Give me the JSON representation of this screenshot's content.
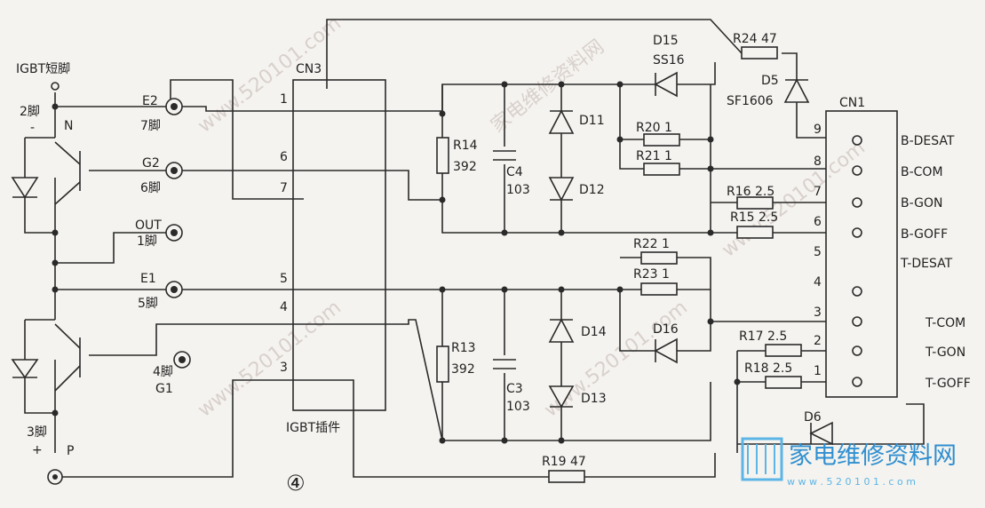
{
  "figure_number": "④",
  "igbt": {
    "short_pin": "IGBT短脚",
    "pin2": "2脚",
    "pin3": "3脚",
    "minus": "-",
    "plus": "+",
    "n_label": "N",
    "p_label": "P"
  },
  "terminals": {
    "e2": "E2",
    "e2_pin": "7脚",
    "g2": "G2",
    "g2_pin": "6脚",
    "out": "OUT",
    "out_pin": "1脚",
    "e1": "E1",
    "e1_pin": "5脚",
    "g1": "G1",
    "g1_pin": "4脚"
  },
  "cn3": {
    "title": "CN3",
    "caption": "IGBT插件",
    "pins": [
      "1",
      "6",
      "7",
      "5",
      "4",
      "3"
    ]
  },
  "cn1": {
    "title": "CN1",
    "pins": [
      "9",
      "8",
      "7",
      "6",
      "5",
      "4",
      "3",
      "2",
      "1"
    ],
    "signals_b": [
      "B-DESAT",
      "B-COM",
      "B-GON",
      "B-GOFF",
      "T-DESAT"
    ],
    "signals_t": [
      "T-COM",
      "T-GON",
      "T-GOFF"
    ]
  },
  "components": {
    "r24": "R24 47",
    "d5": "D5",
    "d5_part": "SF1606",
    "d15": "D15",
    "d15_part": "SS16",
    "d11": "D11",
    "d12": "D12",
    "r14": "R14",
    "r14_val": "392",
    "c4": "C4",
    "c4_val": "103",
    "r20": "R20 1",
    "r21": "R21 1",
    "r16": "R16 2.5",
    "r15": "R15 2.5",
    "r22": "R22 1",
    "r23": "R23 1",
    "d14": "D14",
    "d16": "D16",
    "d13": "D13",
    "r13": "R13",
    "r13_val": "392",
    "c3": "C3",
    "c3_val": "103",
    "r17": "R17 2.5",
    "r18": "R18 2.5",
    "d6": "D6",
    "r19": "R19 47"
  },
  "watermark": {
    "site_cn": "家电维修资料网",
    "url": "www.520101.com",
    "url_small": "w w w . 5 2 0 1 0 1 . c o m"
  },
  "colors": {
    "ink": "#2a2a2a",
    "paper": "#f5f3ef",
    "brand": "#2f8fd0",
    "brand_light": "#5bb5e6"
  }
}
